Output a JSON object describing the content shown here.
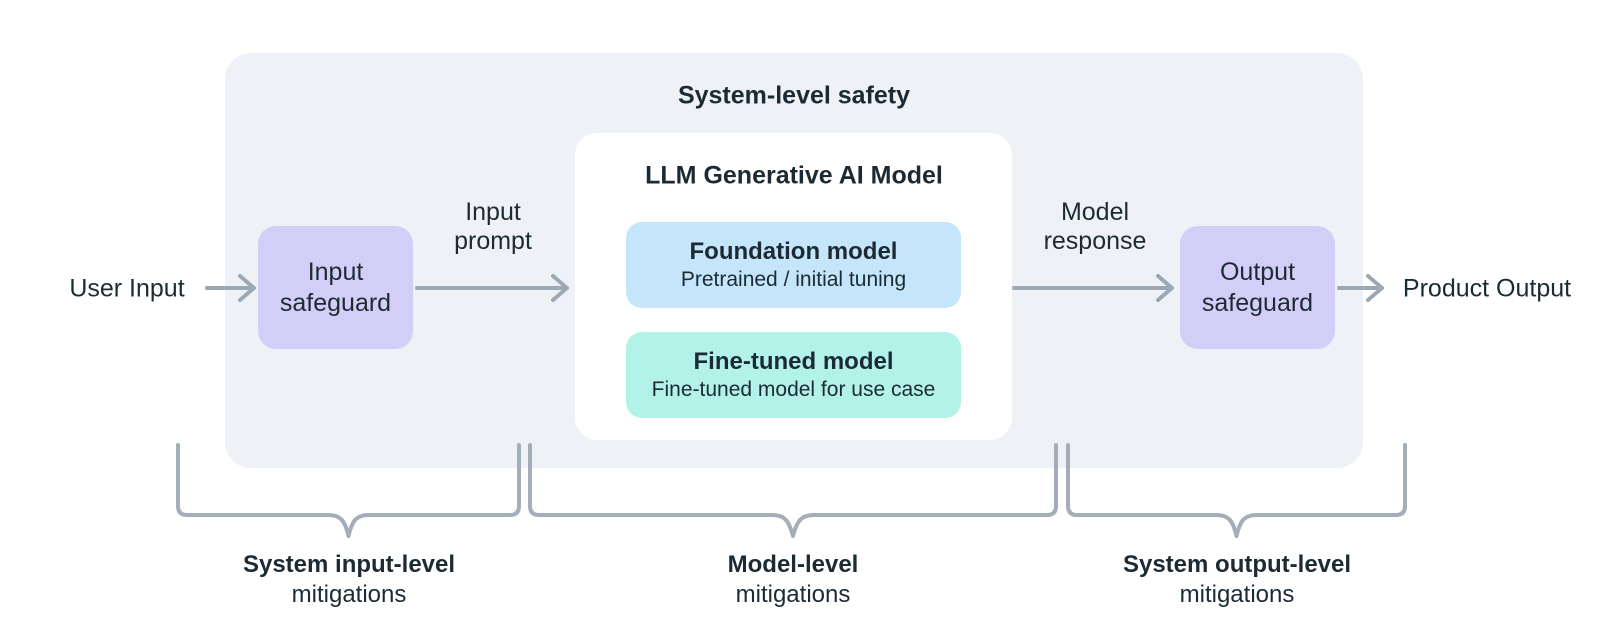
{
  "diagram": {
    "system_box_title": "System-level safety",
    "user_input_label": "User Input",
    "input_safeguard_label": "Input safeguard",
    "input_prompt_label": "Input prompt",
    "model_box_title": "LLM Generative AI Model",
    "foundation_model": {
      "title": "Foundation model",
      "subtitle": "Pretrained / initial tuning"
    },
    "fine_tuned_model": {
      "title": "Fine-tuned model",
      "subtitle": "Fine-tuned model for use case"
    },
    "model_response_label": "Model response",
    "output_safeguard_label": "Output safeguard",
    "product_output_label": "Product Output",
    "mitigations": [
      {
        "title": "System input-level",
        "subtitle": "mitigations"
      },
      {
        "title": "Model-level",
        "subtitle": "mitigations"
      },
      {
        "title": "System output-level",
        "subtitle": "mitigations"
      }
    ],
    "colors": {
      "system_box_bg": "#EEF1F5",
      "model_box_bg": "#FFFFFF",
      "safeguard_bg": "#D3CEF7",
      "foundation_bg": "#C5E5FB",
      "fine_tuned_bg": "#B3F2E8",
      "text": "#1C2B33",
      "arrow": "#9CA8B4",
      "brace": "#A3AEBA"
    }
  }
}
